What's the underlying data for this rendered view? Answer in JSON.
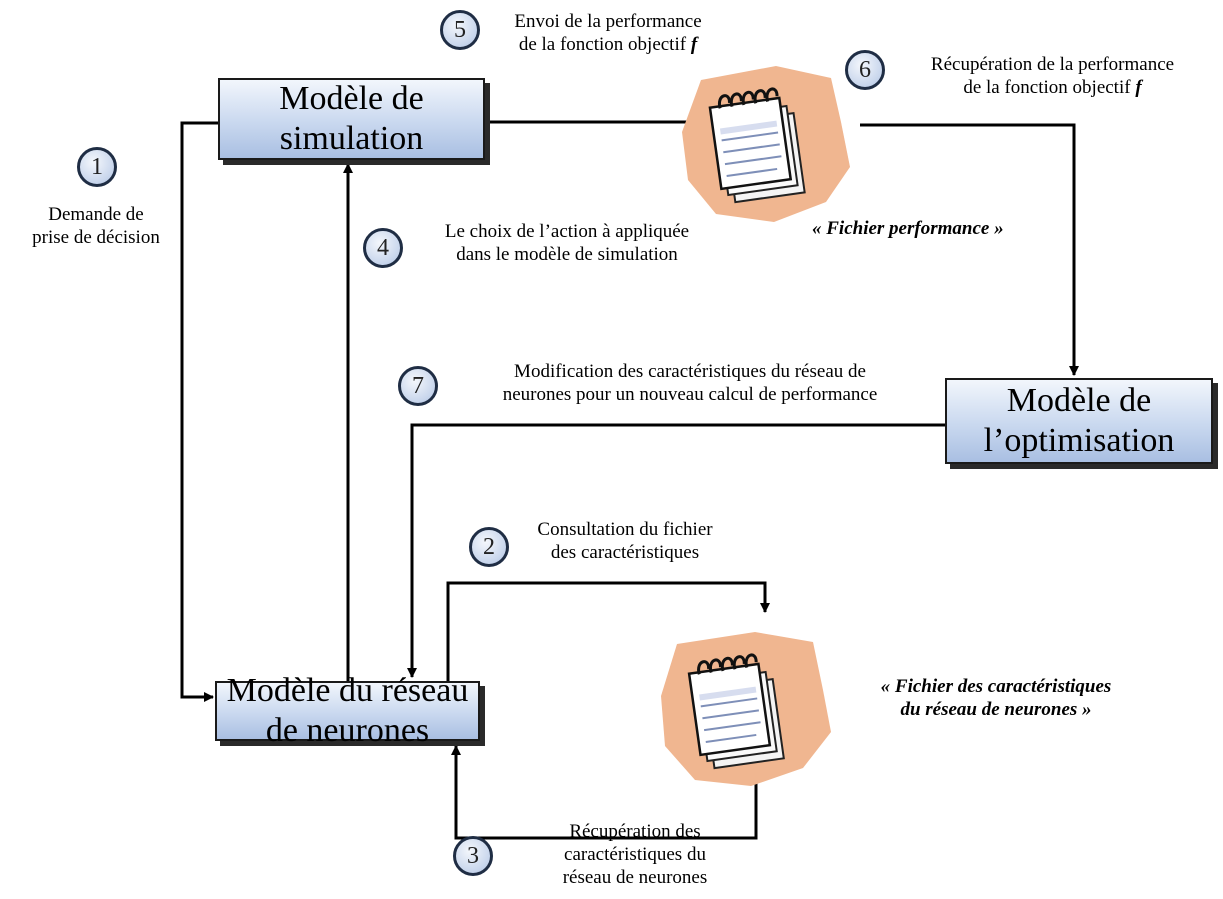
{
  "boxes": {
    "simulation": {
      "line1": "Modèle de",
      "line2": "simulation"
    },
    "optimisation": {
      "line1": "Modèle de",
      "line2": "l’optimisation"
    },
    "reseau": {
      "line1": "Modèle du réseau",
      "line2": "de neurones"
    }
  },
  "steps": {
    "s1": {
      "num": "1",
      "line1": "Demande de",
      "line2": "prise de décision"
    },
    "s2": {
      "num": "2",
      "line1": "Consultation du fichier",
      "line2": "des caractéristiques"
    },
    "s3": {
      "num": "3",
      "line1": "Récupération des",
      "line2": "caractéristiques du",
      "line3": "réseau de neurones"
    },
    "s4": {
      "num": "4",
      "line1": "Le choix de l’action à appliquée",
      "line2": "dans le modèle de simulation"
    },
    "s5": {
      "num": "5",
      "line1": "Envoi de la performance",
      "line2": "de la fonction objectif",
      "fsym": "f"
    },
    "s6": {
      "num": "6",
      "line1": "Récupération de la performance",
      "line2": "de la fonction objectif",
      "fsym": "f"
    },
    "s7": {
      "num": "7",
      "line1": "Modification des caractéristiques du réseau de",
      "line2": "neurones pour un nouveau calcul de performance"
    }
  },
  "files": {
    "performance": {
      "label": "« Fichier performance »",
      "icon": "notepad-icon"
    },
    "caracteristiques": {
      "line1": "« Fichier des caractéristiques",
      "line2": "du réseau de neurones »",
      "icon": "notepad-icon"
    }
  },
  "colors": {
    "box_fill_top": "#f2f6fc",
    "box_fill_bottom": "#a9bfe2",
    "badge_border": "#1f2d44",
    "icon_blob": "#f0b690",
    "arrow": "#000000"
  }
}
